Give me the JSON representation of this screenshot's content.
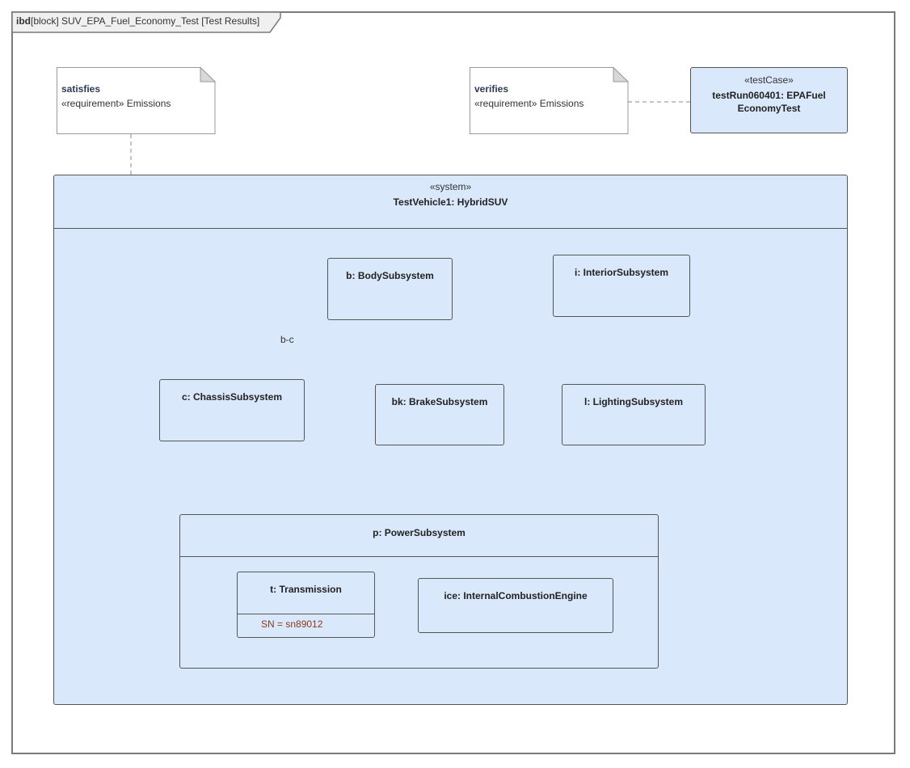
{
  "frame": {
    "kind": "ibd",
    "title": "[block] SUV_EPA_Fuel_Economy_Test [Test Results]"
  },
  "notes": {
    "satisfies": {
      "keyword": "satisfies",
      "text": "«requirement» Emissions"
    },
    "verifies": {
      "keyword": "verifies",
      "text": "«requirement» Emissions"
    }
  },
  "test_case": {
    "stereotype": "«testCase»",
    "name_line1": "testRun060401: EPAFuel",
    "name_line2": "EconomyTest"
  },
  "system": {
    "stereotype": "«system»",
    "name": "TestVehicle1: HybridSUV"
  },
  "parts": {
    "body": "b: BodySubsystem",
    "interior": "i: InteriorSubsystem",
    "chassis": "c: ChassisSubsystem",
    "brake": "bk: BrakeSubsystem",
    "lighting": "l: LightingSubsystem",
    "power": "p: PowerSubsystem",
    "transmission": "t: Transmission",
    "transmission_prop": "SN = sn89012",
    "ice": "ice: InternalCombustionEngine"
  },
  "connectors": {
    "bc_label": "b-c"
  },
  "colors": {
    "block_fill": "#dae8fc",
    "border": "#555555",
    "property_text": "#8a3a1a"
  }
}
